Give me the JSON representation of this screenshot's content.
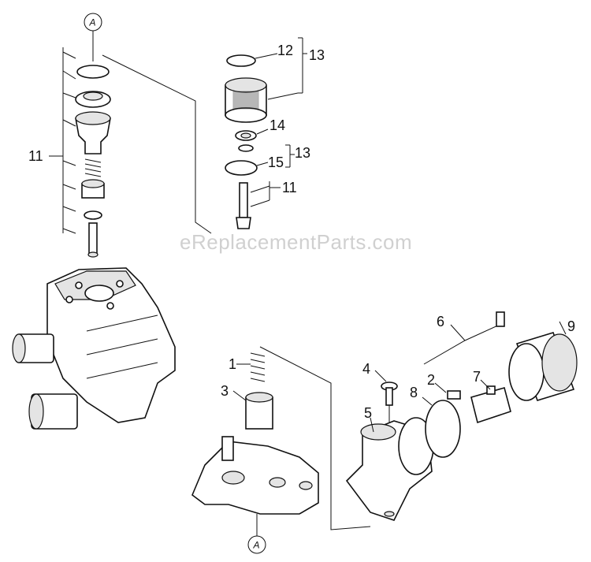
{
  "watermark": "eReplacementParts.com",
  "callouts": {
    "a_top": "A",
    "a_bottom": "A",
    "l11_left": "11",
    "l12": "12",
    "l13_top": "13",
    "l14": "14",
    "l15": "15",
    "l13_mid": "13",
    "l11_right": "11",
    "l1": "1",
    "l3": "3",
    "l4": "4",
    "l2": "2",
    "l8": "8",
    "l5": "5",
    "l6": "6",
    "l7": "7",
    "l9": "9"
  }
}
